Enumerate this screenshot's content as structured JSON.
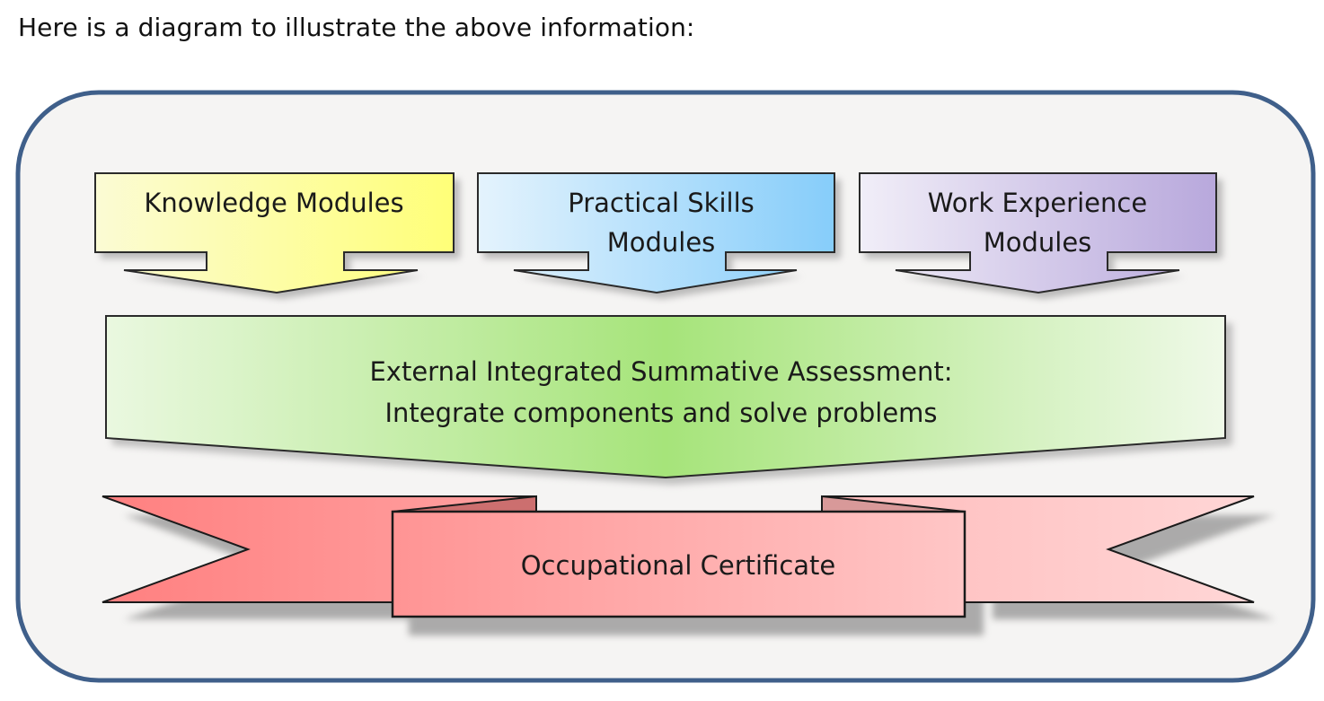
{
  "intro_text": "Here is a diagram to illustrate the above information:",
  "modules": [
    {
      "line1": "Knowledge Modules",
      "line2": ""
    },
    {
      "line1": "Practical Skills",
      "line2": "Modules"
    },
    {
      "line1": "Work Experience",
      "line2": "Modules"
    }
  ],
  "assessment": {
    "line1": "External Integrated Summative Assessment:",
    "line2": "Integrate components and solve problems"
  },
  "certificate": {
    "label": "Occupational Certificate"
  },
  "colors": {
    "frame_border": "#3f5f8a",
    "frame_fill": "#f5f4f3",
    "knowledge": "#ffff80",
    "practical": "#84ccfa",
    "work": "#c0b2e0",
    "assessment": "#a9e67f",
    "ribbon": "#ff8a8a"
  }
}
